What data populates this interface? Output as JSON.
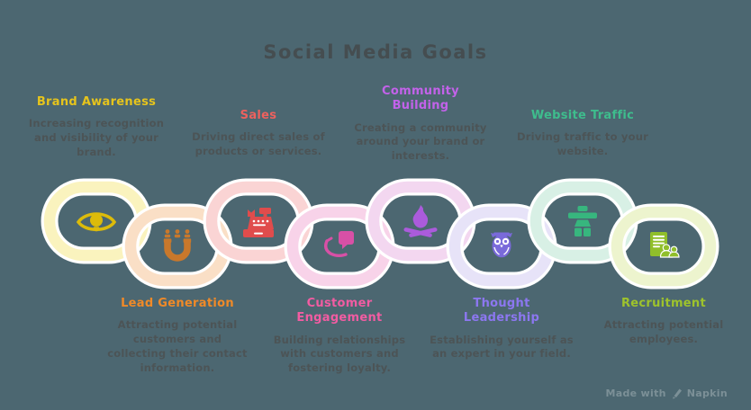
{
  "title": "Social Media Goals",
  "background_color": "#4C6771",
  "title_color": "#454D50",
  "body_text_color": "#4C5456",
  "watermark": {
    "prefix": "Made with",
    "brand": "Napkin",
    "color": "#7C9097"
  },
  "goals": [
    {
      "label": "Brand Awareness",
      "description": "Increasing recognition and visibility of your brand.",
      "label_color": "#E6C41C",
      "ring_color": "#FAF3BE",
      "icon_color": "#DCBB0A",
      "icon": "eye-bulb-icon"
    },
    {
      "label": "Lead Generation",
      "description": "Attracting potential customers and collecting their contact information.",
      "label_color": "#F08A28",
      "ring_color": "#FADFC6",
      "icon_color": "#C9782B",
      "icon": "magnet-people-icon"
    },
    {
      "label": "Sales",
      "description": "Driving direct sales of products or services.",
      "label_color": "#EE615E",
      "ring_color": "#FAD4D4",
      "icon_color": "#E04C4C",
      "icon": "cash-register-icon"
    },
    {
      "label": "Customer\nEngagement",
      "description": "Building relationships with customers and fostering loyalty.",
      "label_color": "#F25CA2",
      "ring_color": "#F8D3E9",
      "icon_color": "#D850A6",
      "icon": "chat-hand-icon"
    },
    {
      "label": "Community\nBuilding",
      "description": "Creating a community around your brand or interests.",
      "label_color": "#C362EA",
      "ring_color": "#F3D7F0",
      "icon_color": "#AB5BDC",
      "icon": "campfire-icon"
    },
    {
      "label": "Thought\nLeadership",
      "description": "Establishing yourself as an expert in your field.",
      "label_color": "#8C77F0",
      "ring_color": "#E7E3F8",
      "icon_color": "#7A6ADA",
      "icon": "owl-icon"
    },
    {
      "label": "Website Traffic",
      "description": "Driving traffic to your website.",
      "label_color": "#3EBD8D",
      "ring_color": "#D8F0E5",
      "icon_color": "#37B67E",
      "icon": "traffic-figure-icon"
    },
    {
      "label": "Recruitment",
      "description": "Attracting potential employees.",
      "label_color": "#9EC32C",
      "ring_color": "#EDF4CE",
      "icon_color": "#90BF2B",
      "icon": "building-people-icon"
    }
  ]
}
